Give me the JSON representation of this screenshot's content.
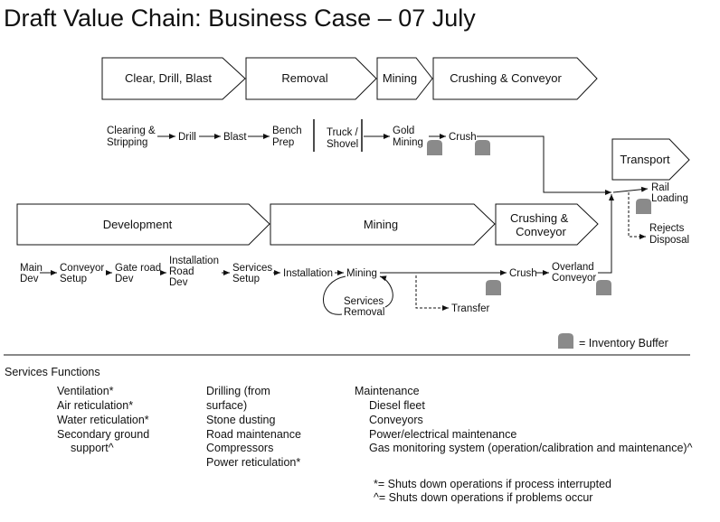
{
  "title": "Draft Value Chain: Business Case – 07 July",
  "colors": {
    "buffer": "#8a8a8a",
    "stroke": "#111111"
  },
  "top_chevrons": [
    "Clear, Drill, Blast",
    "Removal",
    "Mining",
    "Crushing & Conveyor"
  ],
  "top_steps": {
    "clearing": [
      "Clearing &",
      "Stripping"
    ],
    "drill": "Drill",
    "blast": "Blast",
    "bench": [
      "Bench",
      "Prep"
    ],
    "truck": [
      "Truck /",
      "Shovel"
    ],
    "gold": [
      "Gold",
      "Mining"
    ],
    "crush": "Crush"
  },
  "transport": {
    "chevron": "Transport",
    "rail": [
      "Rail",
      "Loading"
    ],
    "rejects": [
      "Rejects",
      "Disposal"
    ]
  },
  "bottom_chevrons": [
    "Development",
    "Mining",
    "Crushing &",
    "Conveyor"
  ],
  "bottom_steps": {
    "main_dev": [
      "Main",
      "Dev"
    ],
    "conveyor_setup": [
      "Conveyor",
      "Setup"
    ],
    "gate_road": [
      "Gate road",
      "Dev"
    ],
    "installation_road": [
      "Installation",
      "Road",
      "Dev"
    ],
    "services_setup": [
      "Services",
      "Setup"
    ],
    "installation": "Installation",
    "mining": "Mining",
    "services_removal": [
      "Services",
      "Removal"
    ],
    "transfer": "Transfer",
    "crush": "Crush",
    "overland": [
      "Overland",
      "Conveyor"
    ]
  },
  "legend": "= Inventory Buffer",
  "services": {
    "heading": "Services Functions",
    "col1": [
      "Ventilation*",
      "Air reticulation*",
      "Water reticulation*",
      "Secondary ground",
      "support^"
    ],
    "col2": [
      "Drilling (from",
      "surface)",
      "Stone dusting",
      "Road maintenance",
      "Compressors",
      "Power reticulation*"
    ],
    "col3_heading": "Maintenance",
    "col3": [
      "Diesel fleet",
      "Conveyors",
      "Power/electrical maintenance",
      "Gas monitoring system (operation/calibration and maintenance)^"
    ],
    "notes": [
      "*= Shuts down operations if process interrupted",
      "^= Shuts down operations if problems occur"
    ]
  }
}
